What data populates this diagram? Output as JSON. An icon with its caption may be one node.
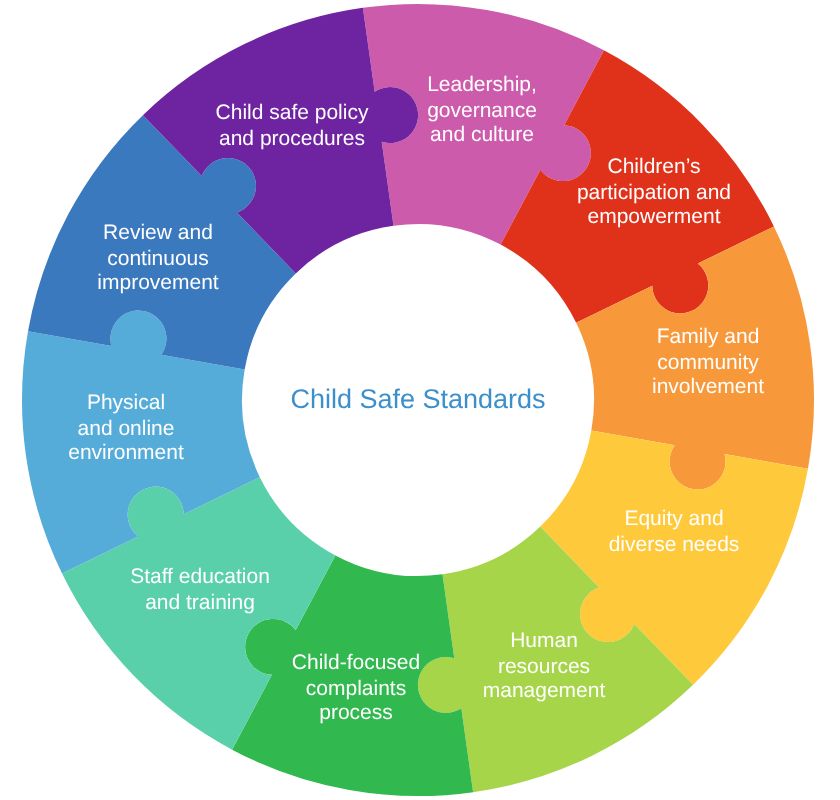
{
  "diagram": {
    "nodes": [
      {
        "text": [
          "Child Safe Standards"
        ]
      },
      {
        "text": [
          "Leadership, governance and culture"
        ]
      },
      {
        "text": [
          "Children’s participation and empowerment"
        ]
      },
      {
        "text": [
          "Family and community involvement"
        ]
      },
      {
        "text": [
          "Equity and diverse needs"
        ]
      },
      {
        "text": [
          "Human resources management"
        ]
      },
      {
        "text": [
          "Child-focused complaints process"
        ]
      },
      {
        "text": [
          "Staff education and training"
        ]
      },
      {
        "text": [
          "Physical and online environment"
        ]
      },
      {
        "text": [
          "Review and continuous improvement"
        ]
      },
      {
        "text": [
          "Child safe policy and procedures"
        ]
      }
    ],
    "edges": []
  }
}
